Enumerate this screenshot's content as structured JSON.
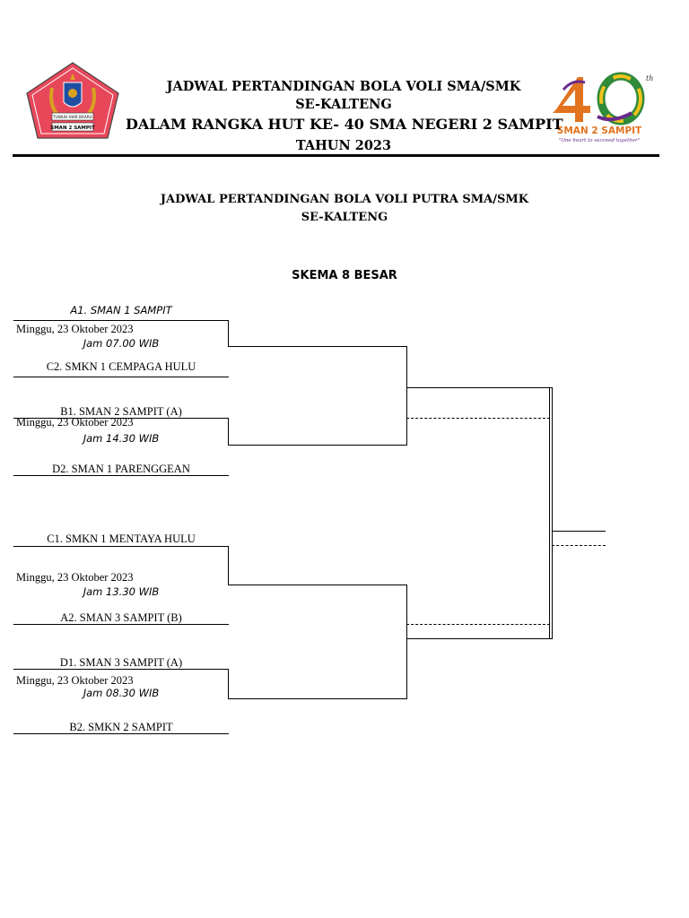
{
  "header": {
    "line1": "JADWAL PERTANDINGAN BOLA VOLI SMA/SMK",
    "line2": "SE-KALTENG",
    "line3": "DALAM RANGKA HUT KE- 40 SMA NEGERI 2 SAMPIT",
    "line4": "TAHUN 2023",
    "left_logo": {
      "ribbon_text": "TUWUH HIAR BAARU",
      "plate_text": "SMAN 2 SAMPIT",
      "colors": {
        "red": "#e8475a",
        "gold": "#d9a21e",
        "blue": "#1f4fa3"
      }
    },
    "right_logo": {
      "number": "40",
      "superscript": "th",
      "name": "SMAN 2 SAMPIT",
      "tagline": "\"One heart to succeed together\"",
      "colors": {
        "orange": "#e2731f",
        "purple": "#6a2a8c",
        "green": "#2f8a3a",
        "yellow": "#f2c21b"
      }
    }
  },
  "subtitle": {
    "line1": "JADWAL PERTANDINGAN BOLA VOLI PUTRA SMA/SMK",
    "line2": "SE-KALTENG"
  },
  "scheme_title": "SKEMA 8 BESAR",
  "matches": [
    {
      "team_top": "A1. SMAN 1 SAMPIT",
      "date": "Minggu, 23 Oktober 2023",
      "time": "Jam 07.00 WIB",
      "team_bottom": "C2. SMKN 1 CEMPAGA HULU"
    },
    {
      "team_top": "B1. SMAN 2 SAMPIT (A)",
      "date": "Minggu, 23 Oktober 2023",
      "time": "Jam 14.30 WIB",
      "team_bottom": "D2. SMAN 1 PARENGGEAN"
    },
    {
      "team_top": "C1. SMKN 1 MENTAYA HULU",
      "date": "Minggu, 23 Oktober 2023",
      "time": "Jam 13.30 WIB",
      "team_bottom": "A2. SMAN 3 SAMPIT (B)"
    },
    {
      "team_top": "D1. SMAN 3 SAMPIT (A)",
      "date": "Minggu, 23 Oktober 2023",
      "time": "Jam 08.30 WIB",
      "team_bottom": "B2. SMKN 2 SAMPIT"
    }
  ]
}
